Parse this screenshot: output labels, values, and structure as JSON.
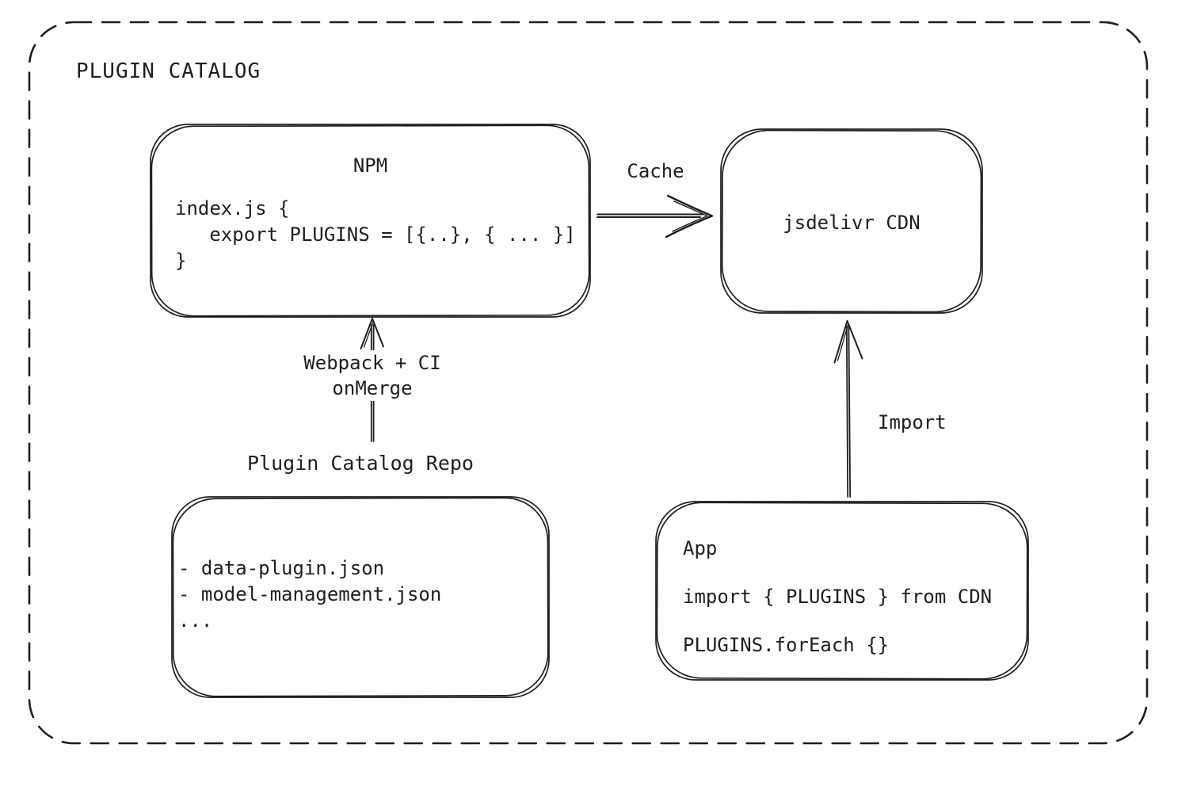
{
  "diagram": {
    "title": "PLUGIN CATALOG",
    "colors": {
      "stroke": "#1e1e1e",
      "background": "#ffffff"
    },
    "nodes": {
      "npm": {
        "title": "NPM",
        "code": [
          "index.js {",
          "   export PLUGINS = [{..}, { ... }]",
          "}"
        ]
      },
      "cdn": {
        "label": "jsdelivr CDN"
      },
      "repo": {
        "title": "Plugin Catalog Repo",
        "items": [
          "- data-plugin.json",
          "- model-management.json",
          "..."
        ]
      },
      "app": {
        "title": "App",
        "code": [
          "import { PLUGINS } from CDN",
          "PLUGINS.forEach {}"
        ]
      }
    },
    "edges": {
      "cache": {
        "label": "Cache"
      },
      "build": {
        "line1": "Webpack + CI",
        "line2": "onMerge"
      },
      "import": {
        "label": "Import"
      }
    }
  }
}
